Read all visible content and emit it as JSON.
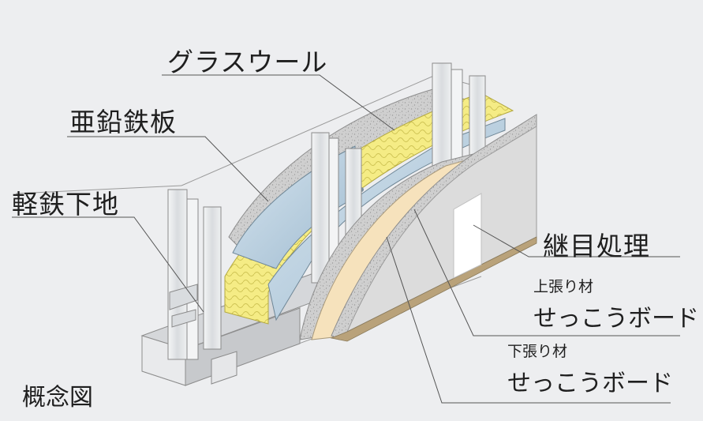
{
  "labels": {
    "glass_wool": "グラスウール",
    "zinc_steel": "亜鉛鉄板",
    "light_steel_frame": "軽鉄下地",
    "joint_treatment": "継目処理",
    "upper_material": "上張り材",
    "upper_board": "せっこうボード",
    "lower_material": "下張り材",
    "lower_board": "せっこうボード",
    "concept_diagram": "概念図"
  },
  "colors": {
    "background": "#edeef0",
    "glass_wool": "#f5ec85",
    "steel_sheet": "#b8cfe0",
    "gypsum_face": "#f6e2bc",
    "board_face": "#dcdcdc",
    "leader_line": "#555555"
  }
}
